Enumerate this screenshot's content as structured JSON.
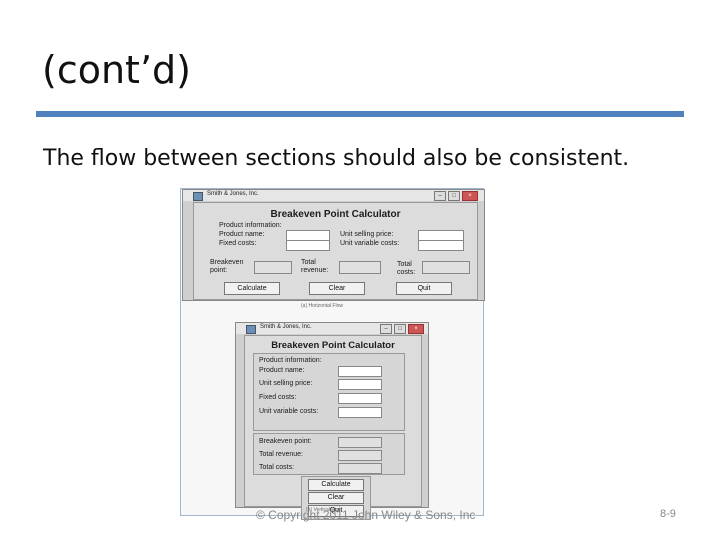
{
  "slide": {
    "title": "(cont’d)",
    "subtitle": "The flow between sections should also be consistent.",
    "copyright": "© Copyright 2011 John Wiley & Sons, Inc",
    "page_number": "8-9"
  },
  "colors": {
    "accent_rule": "#4f81bd"
  },
  "window_a": {
    "title": "Smith & Jones, Inc.",
    "heading": "Breakeven Point Calculator",
    "product_info_label": "Product information:",
    "product_name_label": "Product name:",
    "fixed_costs_label": "Fixed costs:",
    "unit_selling_price_label": "Unit selling price:",
    "unit_variable_costs_label": "Unit variable costs:",
    "breakeven_label_1": "Breakeven",
    "breakeven_label_2": "point:",
    "total_revenue_label_1": "Total",
    "total_revenue_label_2": "revenue:",
    "total_costs_label_1": "Total",
    "total_costs_label_2": "costs:",
    "calculate_label": "Calculate",
    "clear_label": "Clear",
    "quit_label": "Quit",
    "caption": "(a) Horizontal Flow"
  },
  "window_b": {
    "title": "Smith & Jones, Inc.",
    "heading": "Breakeven Point Calculator",
    "product_info_label": "Product information:",
    "product_name_label": "Product name:",
    "unit_selling_price_label": "Unit selling price:",
    "fixed_costs_label": "Fixed costs:",
    "unit_variable_costs_label": "Unit variable costs:",
    "breakeven_label": "Breakeven point:",
    "total_revenue_label": "Total revenue:",
    "total_costs_label": "Total costs:",
    "calculate_label": "Calculate",
    "clear_label": "Clear",
    "quit_label": "Quit",
    "caption": "(b) Vertical Flow"
  }
}
